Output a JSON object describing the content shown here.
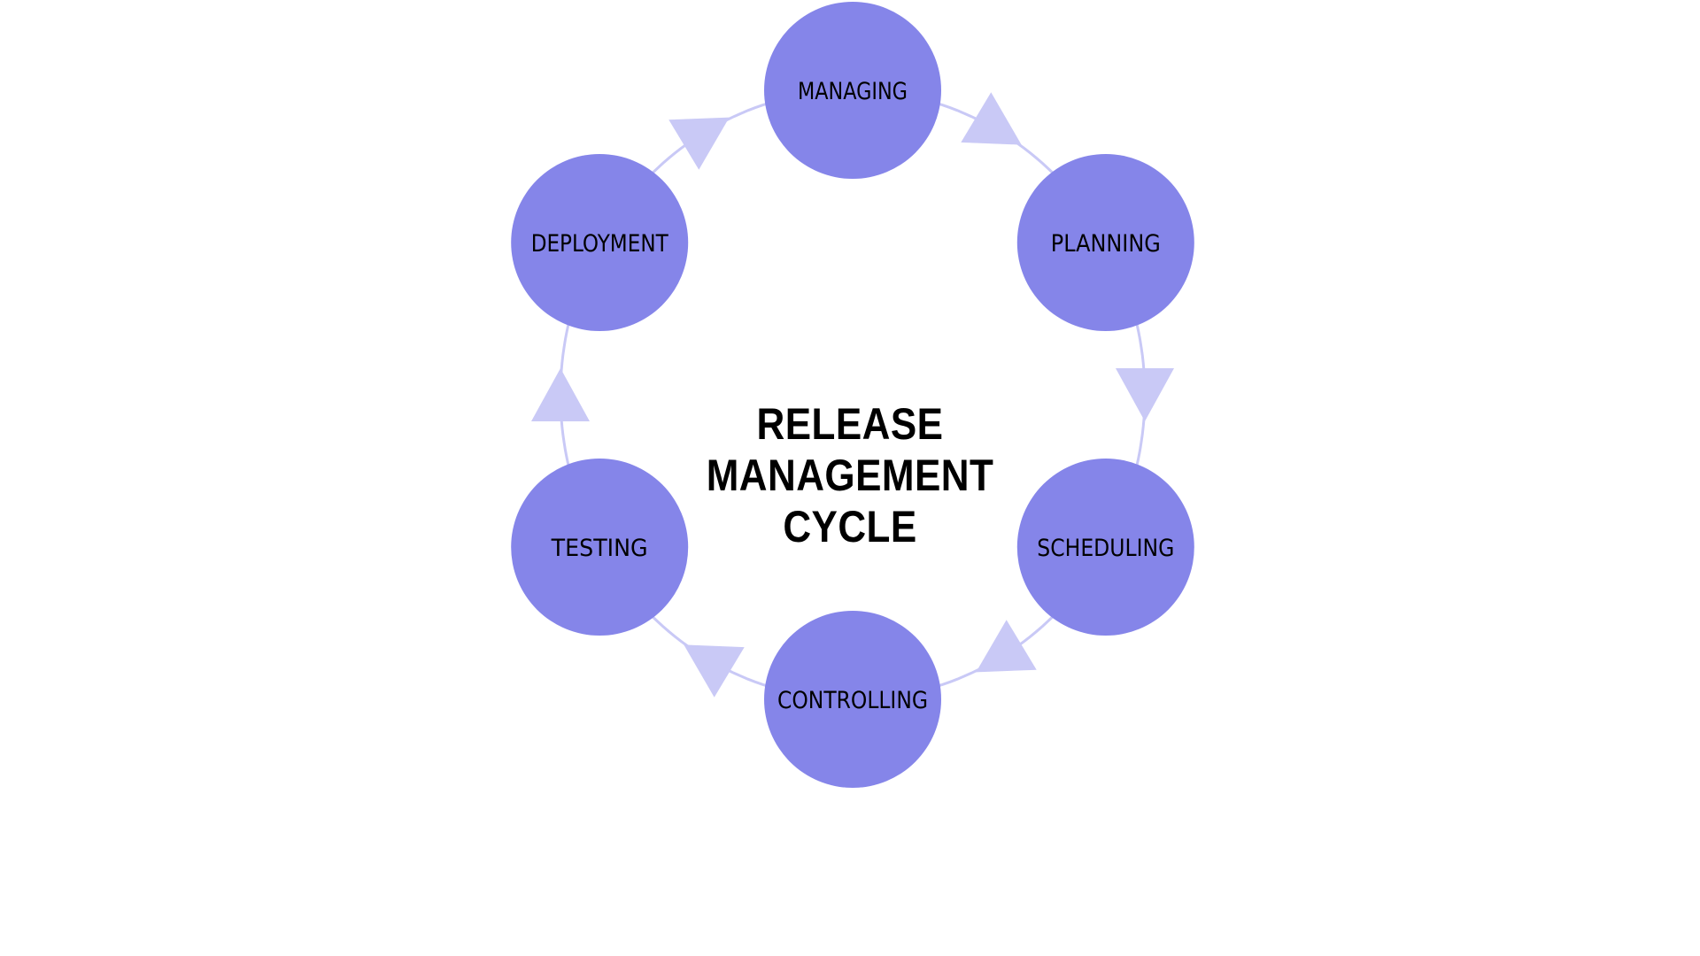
{
  "diagram": {
    "title_lines": [
      "RELEASE",
      "MANAGEMENT",
      "CYCLE"
    ],
    "nodes": [
      {
        "id": "managing",
        "label": "MANAGING"
      },
      {
        "id": "planning",
        "label": "PLANNING"
      },
      {
        "id": "scheduling",
        "label": "SCHEDULING"
      },
      {
        "id": "controlling",
        "label": "CONTROLLING"
      },
      {
        "id": "testing",
        "label": "TESTING"
      },
      {
        "id": "deployment",
        "label": "DEPLOYMENT"
      }
    ],
    "flow": "clockwise",
    "colors": {
      "node_fill": "#8585E9",
      "arrow_fill": "#C9C9F6",
      "connector_stroke": "#C9C9F6",
      "text": "#000000",
      "background": "#FFFFFF"
    }
  }
}
